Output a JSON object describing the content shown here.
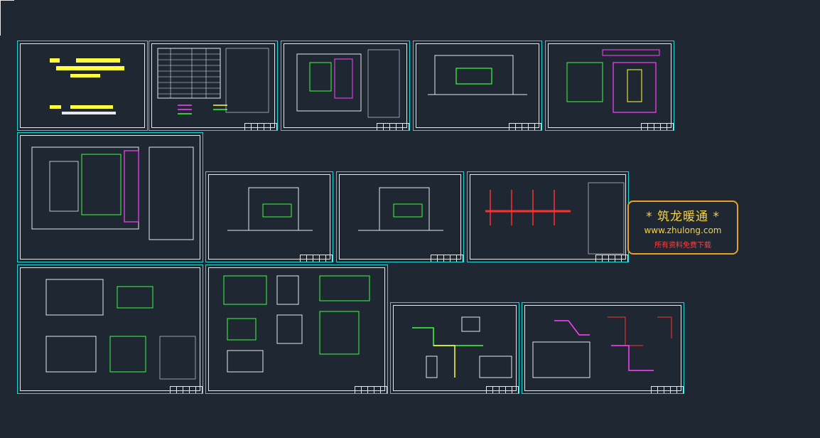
{
  "watermark": {
    "title": "* 筑龙暖通 *",
    "url": "www.zhulong.com",
    "note": "所有资料免费下载"
  },
  "colors": {
    "background": "#1f2733",
    "sheet_border": "#1fd6d6",
    "line_white": "#e8e8e8",
    "pipe_green": "#3cff3c",
    "pipe_magenta": "#ff40ff",
    "pipe_yellow": "#ffff40",
    "pipe_red": "#ff3030",
    "stamp_border": "#e8a02a",
    "stamp_text": "#f2d14c",
    "stamp_note": "#ff4040"
  }
}
